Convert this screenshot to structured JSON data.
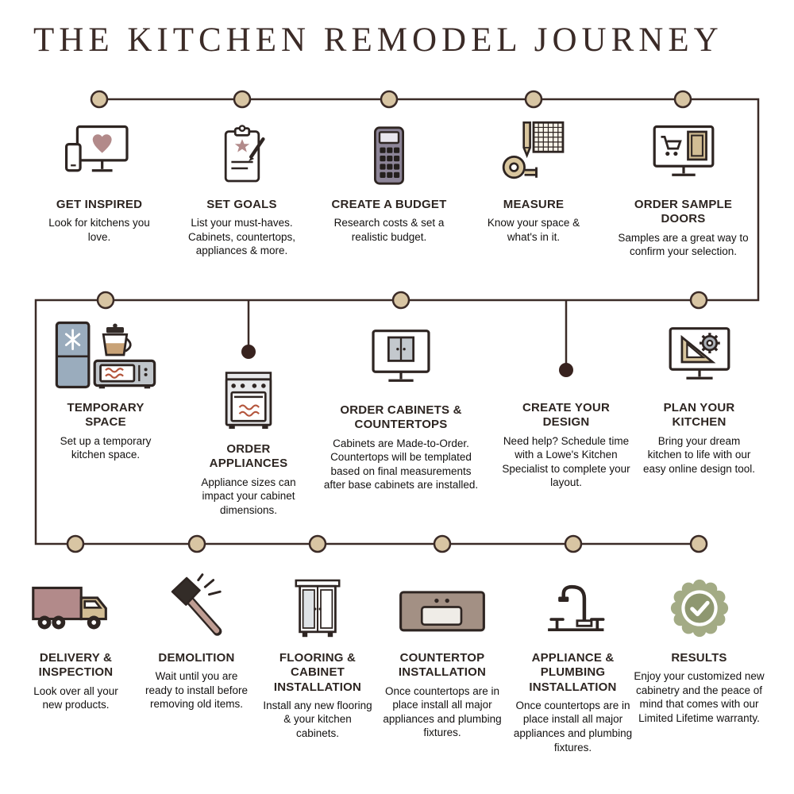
{
  "title": "THE KITCHEN REMODEL JOURNEY",
  "colors": {
    "background": "#ffffff",
    "line": "#3b2b27",
    "node_fill": "#d8c5a3",
    "branch_dot": "#38231f",
    "title_text": "#3b2b27",
    "heading_text": "#2d2521",
    "body_text": "#131110",
    "rose": "#b28a8a",
    "tan": "#d2bd94",
    "blue_gray": "#9aacbd",
    "purple_gray": "#8d8598",
    "sage": "#9aa37c",
    "heat_wave_red": "#b4553c"
  },
  "rows": [
    {
      "steps": [
        {
          "title": "GET INSPIRED",
          "desc": "Look for kitchens you love.",
          "icon": "computer-heart-icon"
        },
        {
          "title": "SET GOALS",
          "desc": "List your must-haves. Cabinets, countertops, appliances & more.",
          "icon": "clipboard-star-icon"
        },
        {
          "title": "CREATE A BUDGET",
          "desc": "Research costs & set a realistic budget.",
          "icon": "calculator-icon"
        },
        {
          "title": "MEASURE",
          "desc": "Know your space & what's in it.",
          "icon": "tape-measure-grid-icon"
        },
        {
          "title": "ORDER SAMPLE DOORS",
          "desc": "Samples are a great way to confirm your selection.",
          "icon": "monitor-cart-door-icon"
        }
      ]
    },
    {
      "steps": [
        {
          "title": "TEMPORARY SPACE",
          "desc": "Set up a temporary kitchen space.",
          "icon": "fridge-coffee-microwave-icon"
        },
        {
          "title": "ORDER APPLIANCES",
          "desc": "Appliance sizes can impact your cabinet dimensions.",
          "icon": "range-oven-icon"
        },
        {
          "title": "ORDER CABINETS & COUNTERTOPS",
          "desc": "Cabinets are Made-to-Order. Countertops will be templated based on final measurements after base cabinets are installed.",
          "icon": "monitor-cabinet-icon"
        },
        {
          "title": "CREATE YOUR DESIGN",
          "desc": "Need help? Schedule time with a Lowe's Kitchen Specialist to complete your layout.",
          "icon": null
        },
        {
          "title": "PLAN YOUR KITCHEN",
          "desc": "Bring your dream kitchen to life with our easy online design tool.",
          "icon": "monitor-design-tools-icon"
        }
      ]
    },
    {
      "steps": [
        {
          "title": "DELIVERY & INSPECTION",
          "desc": "Look over all your new products.",
          "icon": "delivery-truck-icon"
        },
        {
          "title": "DEMOLITION",
          "desc": "Wait until you are ready to install before removing old items.",
          "icon": "sledgehammer-icon"
        },
        {
          "title": "FLOORING & CABINET INSTALLATION",
          "desc": "Install any new flooring & your kitchen cabinets.",
          "icon": "cabinet-icon"
        },
        {
          "title": "COUNTERTOP INSTALLATION",
          "desc": "Once countertops are in place install all major appliances and plumbing fixtures.",
          "icon": "countertop-sink-icon"
        },
        {
          "title": "APPLIANCE & PLUMBING INSTALLATION",
          "desc": "Once countertops are in place install all major appliances and plumbing fixtures.",
          "icon": "faucet-icon"
        },
        {
          "title": "RESULTS",
          "desc": "Enjoy your customized new cabinetry and the peace of mind that comes with our Limited Lifetime warranty.",
          "icon": "warranty-badge-icon"
        }
      ]
    }
  ]
}
